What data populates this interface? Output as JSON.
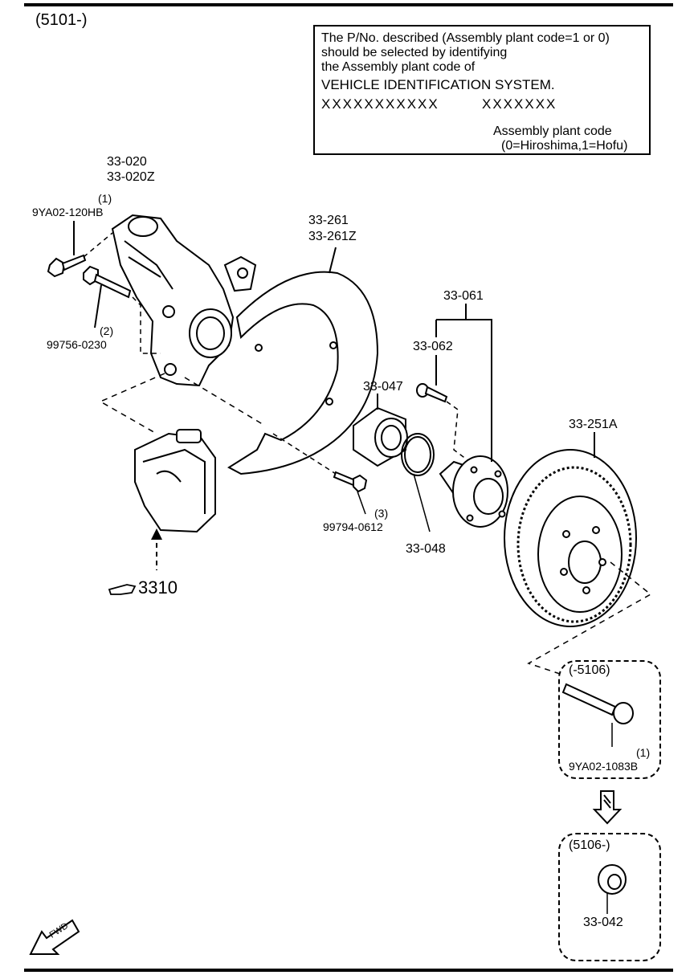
{
  "header": {
    "model_code": "(5101-)"
  },
  "note": {
    "line1": "The P/No. described (Assembly plant code=1 or 0)",
    "line2": "should be selected by identifying",
    "line3": "the Assembly plant code of",
    "line4": "VEHICLE IDENTIFICATION SYSTEM.",
    "vin_prefix": "XXXXXXXXXXX",
    "vin_suffix": "XXXXXXX",
    "plant_label": "Assembly plant code",
    "plant_values": "(0=Hiroshima,1=Hofu)"
  },
  "parts": {
    "knuckle_a": "33-020",
    "knuckle_b": "33-020Z",
    "bolt1_qty": "(1)",
    "bolt1": "9YA02-120HB",
    "bolt2_qty": "(2)",
    "bolt2": "99756-0230",
    "shield_a": "33-261",
    "shield_b": "33-261Z",
    "hub_assy": "33-061",
    "hub_bolt": "33-062",
    "bearing": "33-047",
    "snap_ring": "33-048",
    "screw_qty": "(3)",
    "screw": "99794-0612",
    "disc": "33-251A",
    "caliper_ref": "3310"
  },
  "inset_old": {
    "range": "(-5106)",
    "qty": "(1)",
    "part": "9YA02-1083B"
  },
  "inset_new": {
    "range": "(5106-)",
    "part": "33-042"
  },
  "fwd_label": "FWD"
}
